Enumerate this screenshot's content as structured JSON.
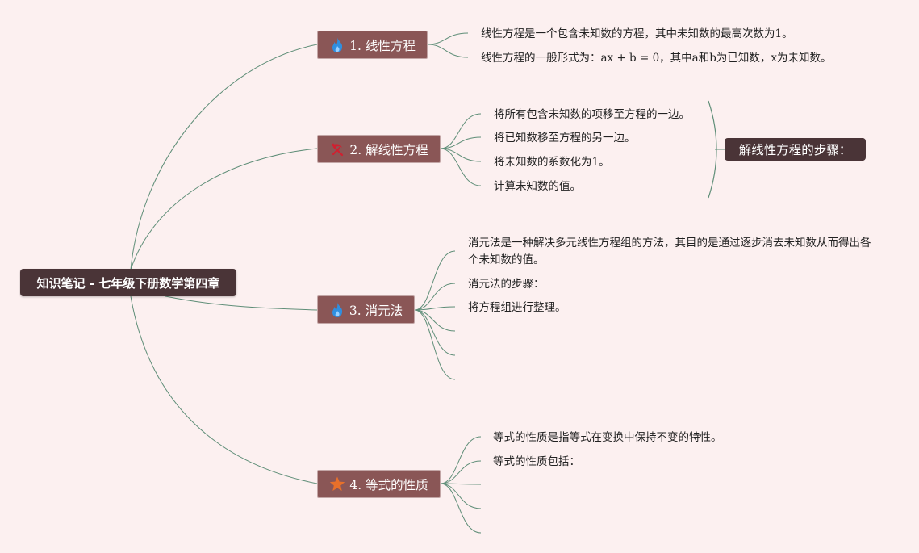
{
  "colors": {
    "background": "#fcf0f0",
    "root_fill": "#4a3437",
    "topic_fill": "#8a5656",
    "connector": "#5f8e78",
    "summary_fill": "#4a3437"
  },
  "root": {
    "label": "知识笔记 - 七年级下册数学第四章"
  },
  "topics": [
    {
      "label": "1. 线性方程",
      "icon": "fire-icon",
      "children": [
        "线性方程是一个包含未知数的方程，其中未知数的最高次数为1。",
        "线性方程的一般形式为：ax + b = 0，其中a和b为已知数，x为未知数。"
      ]
    },
    {
      "label": "2. 解线性方程",
      "icon": "hammer-sickle-icon",
      "children": [
        "将所有包含未知数的项移至方程的一边。",
        "将已知数移至方程的另一边。",
        "将未知数的系数化为1。",
        "计算未知数的值。"
      ],
      "summary": "解线性方程的步骤："
    },
    {
      "label": "3. 消元法",
      "icon": "fire-icon",
      "children": [
        "消元法是一种解决多元线性方程组的方法，其目的是通过逐步消去未知数从而得出各个未知数的值。",
        "消元法的步骤：",
        "将方程组进行整理。",
        "",
        "",
        ""
      ]
    },
    {
      "label": "4. 等式的性质",
      "icon": "star-icon",
      "children": [
        "等式的性质是指等式在变换中保持不变的特性。",
        "等式的性质包括：",
        "",
        "",
        ""
      ]
    }
  ]
}
